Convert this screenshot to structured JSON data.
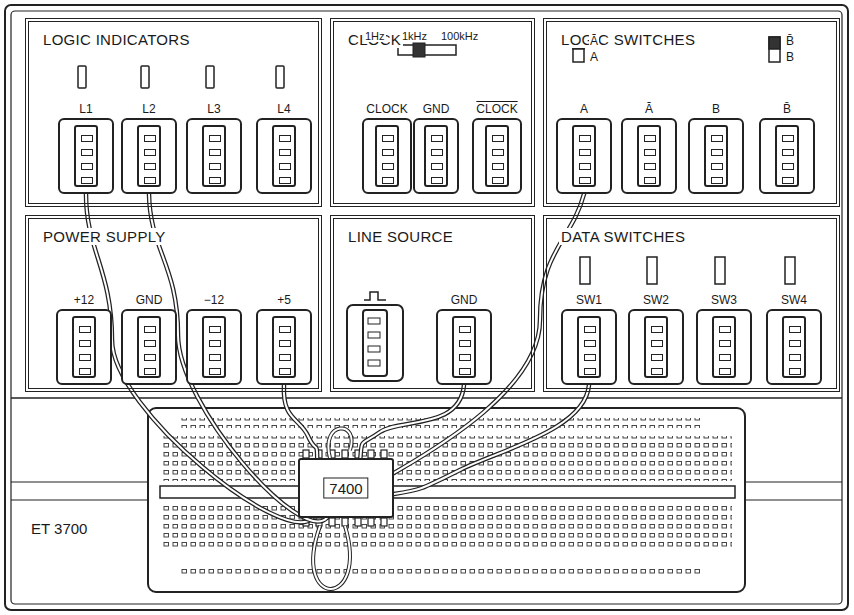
{
  "diagram": {
    "nodes": [
      {
        "text": [
          "LOGIC INDICATORS"
        ]
      },
      {
        "text": [
          "L1"
        ],
        "in": 0
      },
      {
        "text": [
          "L2"
        ],
        "in": 0
      },
      {
        "text": [
          "L3"
        ],
        "in": 0
      },
      {
        "text": [
          "L4"
        ],
        "in": 0
      },
      {
        "text": [
          "CLOCK"
        ]
      },
      {
        "text": [
          "CLOCK"
        ],
        "in": 5
      },
      {
        "text": [
          "GND"
        ],
        "in": 5
      },
      {
        "text": [
          "CLOCK"
        ],
        "in": 5
      },
      {
        "text": [
          "LOGIC SWITCHES"
        ]
      },
      {
        "text": [
          "A"
        ],
        "in": 9
      },
      {
        "text": [
          "Ā"
        ],
        "in": 9
      },
      {
        "text": [
          "B"
        ],
        "in": 9
      },
      {
        "text": [
          "B̄"
        ],
        "in": 9
      },
      {
        "text": [
          "POWER SUPPLY"
        ]
      },
      {
        "text": [
          "+12"
        ],
        "in": 14
      },
      {
        "text": [
          "GND"
        ],
        "in": 14
      },
      {
        "text": [
          "−12"
        ],
        "in": 14
      },
      {
        "text": [
          "+5"
        ],
        "in": 14
      },
      {
        "text": [
          "LINE SOURCE"
        ]
      },
      {
        "text": [
          "GND"
        ],
        "in": 19
      },
      {
        "text": [
          "DATA SWITCHES"
        ]
      },
      {
        "text": [
          "SW1"
        ],
        "in": 21
      },
      {
        "text": [
          "SW2"
        ],
        "in": 21
      },
      {
        "text": [
          "SW3"
        ],
        "in": 21
      },
      {
        "text": [
          "SW4"
        ],
        "in": 21
      },
      {
        "text": [
          "7400"
        ]
      }
    ],
    "edges": [
      {
        "from": 1,
        "to": 26,
        "arrow": "none"
      },
      {
        "from": 2,
        "to": 26,
        "arrow": "none"
      },
      {
        "from": 18,
        "to": 26,
        "arrow": "none"
      },
      {
        "from": 20,
        "to": 26,
        "arrow": "none"
      },
      {
        "from": 10,
        "to": 26,
        "arrow": "none"
      },
      {
        "from": 22,
        "to": 26,
        "arrow": "none"
      }
    ],
    "labels": [
      "1Hz",
      "1kHz",
      "100kHz",
      "Ā",
      "A",
      "B̄",
      "B",
      "ET 3700"
    ]
  }
}
